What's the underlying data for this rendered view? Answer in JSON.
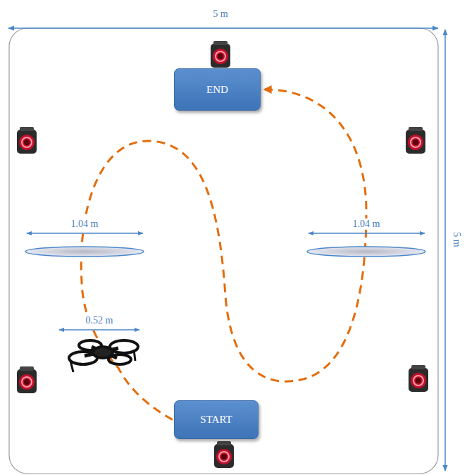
{
  "diagram": {
    "nodes": [
      {
        "text": [
          "END"
        ]
      },
      {
        "text": [
          "START"
        ]
      }
    ],
    "edges": [
      {
        "from": 1,
        "to": 0,
        "arrow": "to"
      }
    ],
    "labels": [
      "5 m",
      "1.04 m",
      "1.04 m",
      "0.52 m",
      "5 m"
    ]
  }
}
